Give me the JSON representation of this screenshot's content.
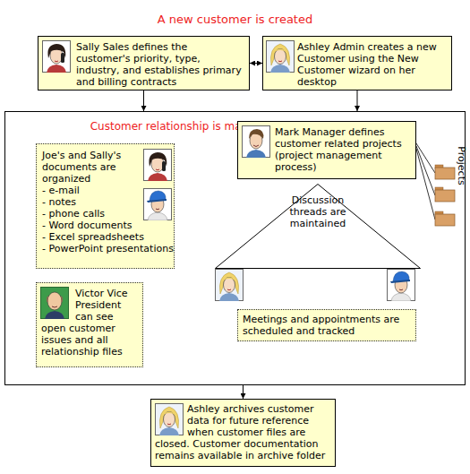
{
  "diagram": {
    "title": "A new customer is created",
    "nodes": [
      {
        "text": [
          "Sally Sales defines the customer's priority, type, industry, and establishes primary and billing contracts"
        ]
      },
      {
        "text": [
          "Ashley Admin creates a new Customer using the New Customer wizard on her desktop"
        ]
      },
      {
        "text": [
          "Customer relationship is maintained and documented"
        ]
      },
      {
        "text": [
          "Joe's and Sally's documents are organized",
          "- e-mail",
          "- notes",
          "- phone calls",
          "- Word documents",
          "- Excel spreadsheets",
          "- PowerPoint presentations"
        ],
        "in": 2
      },
      {
        "text": [
          "Victor Vice President can see open customer issues and all relationship files"
        ],
        "in": 2
      },
      {
        "text": [
          "Mark Manager defines customer related projects (project management process)"
        ],
        "in": 2
      },
      {
        "text": [
          "Discussion threads are maintained"
        ],
        "in": 2
      },
      {
        "text": [
          "Meetings and appointments are scheduled and tracked"
        ],
        "in": 2
      },
      {
        "text": [
          "Ashley archives customer data for future reference when customer files are closed. Customer documentation remains available in archive folder"
        ]
      }
    ],
    "edges": [
      {
        "from": 0,
        "to": 1,
        "arrow": "both"
      },
      {
        "from": 0,
        "to": 2,
        "arrow": "to"
      },
      {
        "from": 1,
        "to": 2,
        "arrow": "to"
      },
      {
        "from": 2,
        "to": 8,
        "arrow": "to"
      }
    ],
    "labels": [
      "Projects"
    ]
  }
}
